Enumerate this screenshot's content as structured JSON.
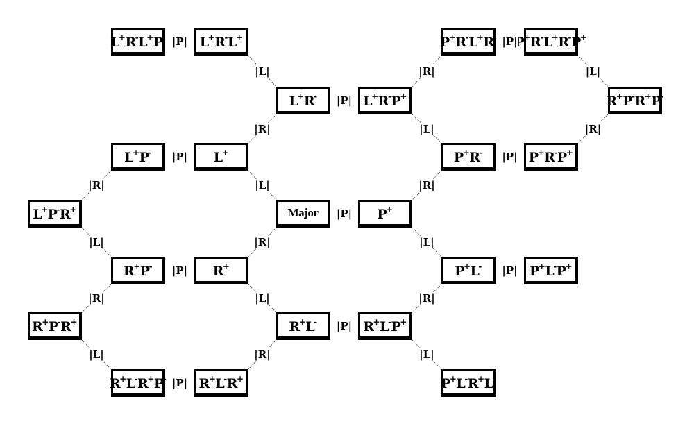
{
  "nodes": [
    {
      "id": "LpRmLpPm",
      "label": "L+R-L+P-"
    },
    {
      "id": "LpRmLp",
      "label": "L+R-L+"
    },
    {
      "id": "PpRmLpRm",
      "label": "P+R-L+R-"
    },
    {
      "id": "PpRmLpRpPp",
      "label": "P+R-L+R-P+"
    },
    {
      "id": "LpRm",
      "label": "L+R-"
    },
    {
      "id": "LpRmPp",
      "label": "L+R-P+"
    },
    {
      "id": "RpPmRpPm",
      "label": "R+P-R+P-"
    },
    {
      "id": "LpPm",
      "label": "L+P-"
    },
    {
      "id": "Lp",
      "label": "L+"
    },
    {
      "id": "PpRm",
      "label": "P+R-"
    },
    {
      "id": "PpRmPp",
      "label": "P+R-P+"
    },
    {
      "id": "LpPmRp",
      "label": "L+P-R+"
    },
    {
      "id": "Major",
      "label": "Major"
    },
    {
      "id": "Pp",
      "label": "P+"
    },
    {
      "id": "RpPm",
      "label": "R+P-"
    },
    {
      "id": "Rp",
      "label": "R+"
    },
    {
      "id": "PpLm",
      "label": "P+L-"
    },
    {
      "id": "PpLmPp",
      "label": "P+L-P+"
    },
    {
      "id": "RpPmRp",
      "label": "R+P-R+"
    },
    {
      "id": "RpLm",
      "label": "R+L-"
    },
    {
      "id": "RpLmPp",
      "label": "R+L-P+"
    },
    {
      "id": "RpLmRpPm",
      "label": "R+L-R+P-"
    },
    {
      "id": "RpLmRp",
      "label": "R+L-R+"
    },
    {
      "id": "PpLmRpLm",
      "label": "P+L-R+L-"
    }
  ],
  "edges": [
    {
      "from": "LpRmLpPm",
      "to": "LpRmLp",
      "label": "|P|"
    },
    {
      "from": "LpRmLp",
      "to": "LpRm",
      "label": "|L|"
    },
    {
      "from": "PpRmLpRm",
      "to": "PpRmLpRpPp",
      "label": "|P|"
    },
    {
      "from": "PpRmLpRm",
      "to": "LpRmPp",
      "label": "|R|"
    },
    {
      "from": "PpRmLpRpPp",
      "to": "RpPmRpPm",
      "label": "|L|"
    },
    {
      "from": "LpRm",
      "to": "LpRmPp",
      "label": "|P|"
    },
    {
      "from": "LpRm",
      "to": "Lp",
      "label": "|R|"
    },
    {
      "from": "LpRmPp",
      "to": "PpRm",
      "label": "|L|"
    },
    {
      "from": "RpPmRpPm",
      "to": "PpRmPp",
      "label": "|R|"
    },
    {
      "from": "LpPm",
      "to": "Lp",
      "label": "|P|"
    },
    {
      "from": "LpPm",
      "to": "LpPmRp",
      "label": "|R|"
    },
    {
      "from": "Lp",
      "to": "Major",
      "label": "|L|"
    },
    {
      "from": "PpRm",
      "to": "PpRmPp",
      "label": "|P|"
    },
    {
      "from": "PpRm",
      "to": "Pp",
      "label": "|R|"
    },
    {
      "from": "LpPmRp",
      "to": "RpPm",
      "label": "|L|"
    },
    {
      "from": "Major",
      "to": "Pp",
      "label": "|P|"
    },
    {
      "from": "Major",
      "to": "Rp",
      "label": "|R|"
    },
    {
      "from": "Pp",
      "to": "PpLm",
      "label": "|L|"
    },
    {
      "from": "RpPm",
      "to": "Rp",
      "label": "|P|"
    },
    {
      "from": "RpPm",
      "to": "RpPmRp",
      "label": "|R|"
    },
    {
      "from": "Rp",
      "to": "RpLm",
      "label": "|L|"
    },
    {
      "from": "PpLm",
      "to": "PpLmPp",
      "label": "|P|"
    },
    {
      "from": "PpLm",
      "to": "RpLmPp",
      "label": "|R|"
    },
    {
      "from": "RpPmRp",
      "to": "RpLmRpPm",
      "label": "|L|"
    },
    {
      "from": "RpLm",
      "to": "RpLmPp",
      "label": "|P|"
    },
    {
      "from": "RpLm",
      "to": "RpLmRp",
      "label": "|R|"
    },
    {
      "from": "RpLmPp",
      "to": "PpLmRpLm",
      "label": "|L|"
    },
    {
      "from": "RpLmRpPm",
      "to": "RpLmRp",
      "label": "|P|"
    }
  ]
}
